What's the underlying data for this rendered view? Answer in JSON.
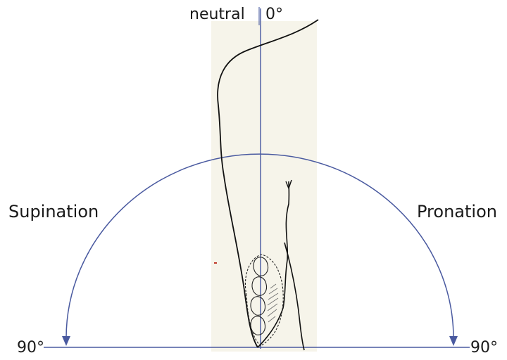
{
  "labels": {
    "neutral": "neutral",
    "zero": "0°",
    "supination": "Supination",
    "pronation": "Pronation",
    "left_90": "90°",
    "right_90": "90°"
  },
  "colors": {
    "axis": "#5b6aa8",
    "arc": "#4a5aa0",
    "outline": "#111111",
    "shading": "#f6f4ea",
    "hatch": "#777777"
  }
}
